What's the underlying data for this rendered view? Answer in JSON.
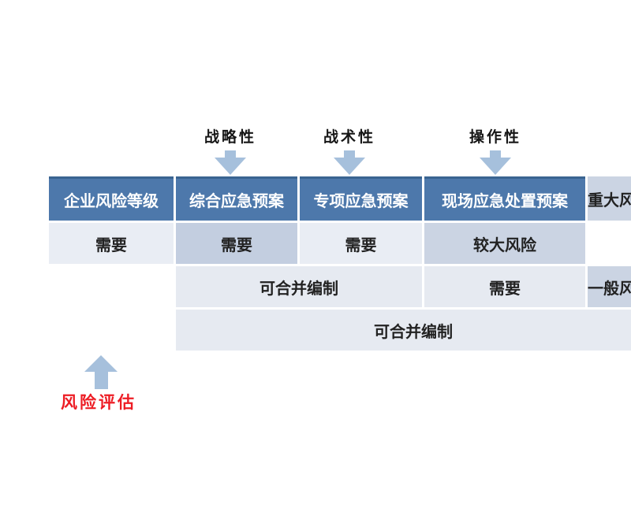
{
  "colors": {
    "header_bg": "#4d78ab",
    "header_top_border": "#3a6491",
    "level_cell_bg": "#cbd4e3",
    "highlight_cell_bg": "#c3cee0",
    "light_cell_bg": "#e9edf4",
    "merged_cell_bg": "#e6eaf1",
    "arrow_fill": "#a6c0dc",
    "assessment_text_color": "#ed1c24",
    "header_text_color": "#ffffff",
    "body_text_color": "#222222"
  },
  "top_annotations": [
    {
      "label": "战略性",
      "icon": "down-arrow"
    },
    {
      "label": "战术性",
      "icon": "down-arrow"
    },
    {
      "label": "操作性",
      "icon": "down-arrow"
    }
  ],
  "table": {
    "header": [
      "企业风险等级",
      "综合应急预案",
      "专项应急预案",
      "现场应急处置预案"
    ],
    "rows": [
      {
        "level": "重大风险",
        "cells": [
          {
            "text": "需要",
            "span": 1,
            "highlight": false
          },
          {
            "text": "需要",
            "span": 1,
            "highlight": true
          },
          {
            "text": "需要",
            "span": 1,
            "highlight": false
          }
        ]
      },
      {
        "level": "较大风险",
        "cells": [
          {
            "text": "可合并编制",
            "span": 2,
            "highlight": false
          },
          {
            "text": "需要",
            "span": 1,
            "highlight": false
          }
        ]
      },
      {
        "level": "一般风险",
        "cells": [
          {
            "text": "可合并编制",
            "span": 3,
            "highlight": false
          }
        ]
      }
    ]
  },
  "bottom_annotation": {
    "label": "风险评估",
    "icon": "up-arrow"
  }
}
